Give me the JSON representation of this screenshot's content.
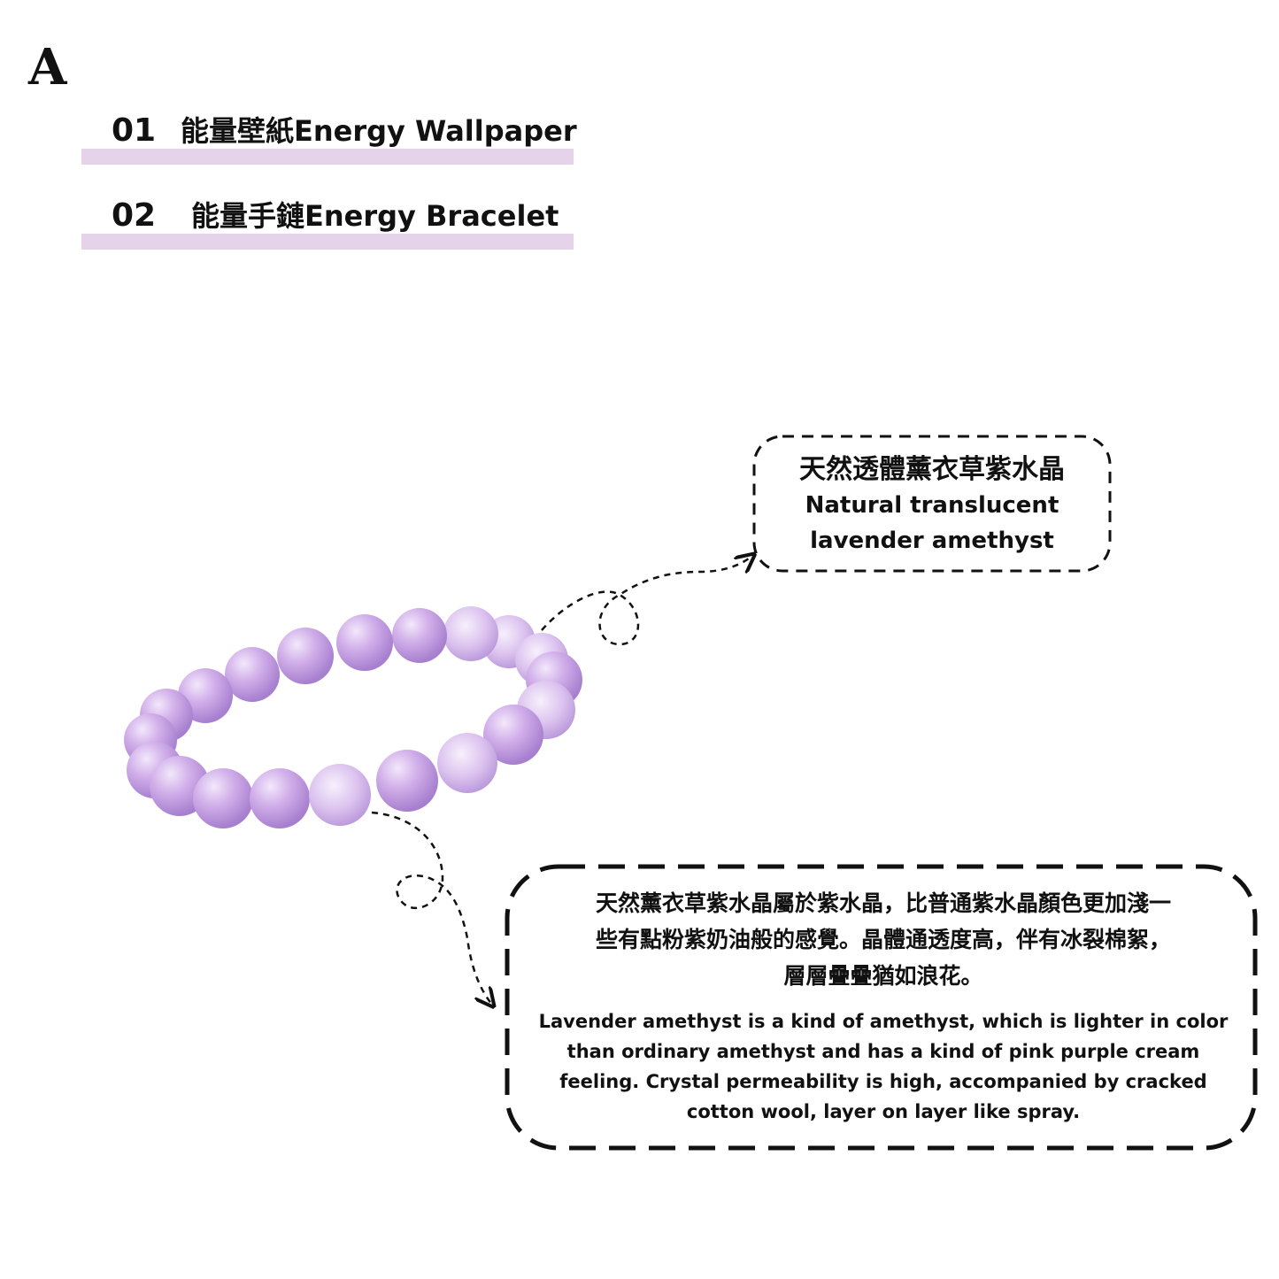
{
  "brand": {
    "logo_letter": "A"
  },
  "menu": {
    "items": [
      {
        "number": "01",
        "label": "能量壁紙Energy Wallpaper"
      },
      {
        "number": "02",
        "label": "能量手鏈Energy Bracelet"
      }
    ],
    "bar_color": "#e5d3ea"
  },
  "product": {
    "image": "amethyst-bracelet",
    "bead_color": "#c9a3e6"
  },
  "callouts": {
    "top": {
      "title_zh": "天然透體薰衣草紫水晶",
      "title_en_line1": "Natural translucent",
      "title_en_line2": "lavender amethyst"
    },
    "bottom": {
      "zh_line1": "天然薰衣草紫水晶屬於紫水晶，比普通紫水晶顏色更加淺一",
      "zh_line2": "些有點粉紫奶油般的感覺。晶體通透度高，伴有冰裂棉絮，",
      "zh_line3": "層層疊疊猶如浪花。",
      "en_line1": "Lavender amethyst is a kind of amethyst, which is lighter in color",
      "en_line2": "than ordinary amethyst and has a kind of pink purple cream",
      "en_line3": "feeling. Crystal permeability is high, accompanied by cracked",
      "en_line4": "cotton wool, layer on layer like spray."
    }
  }
}
